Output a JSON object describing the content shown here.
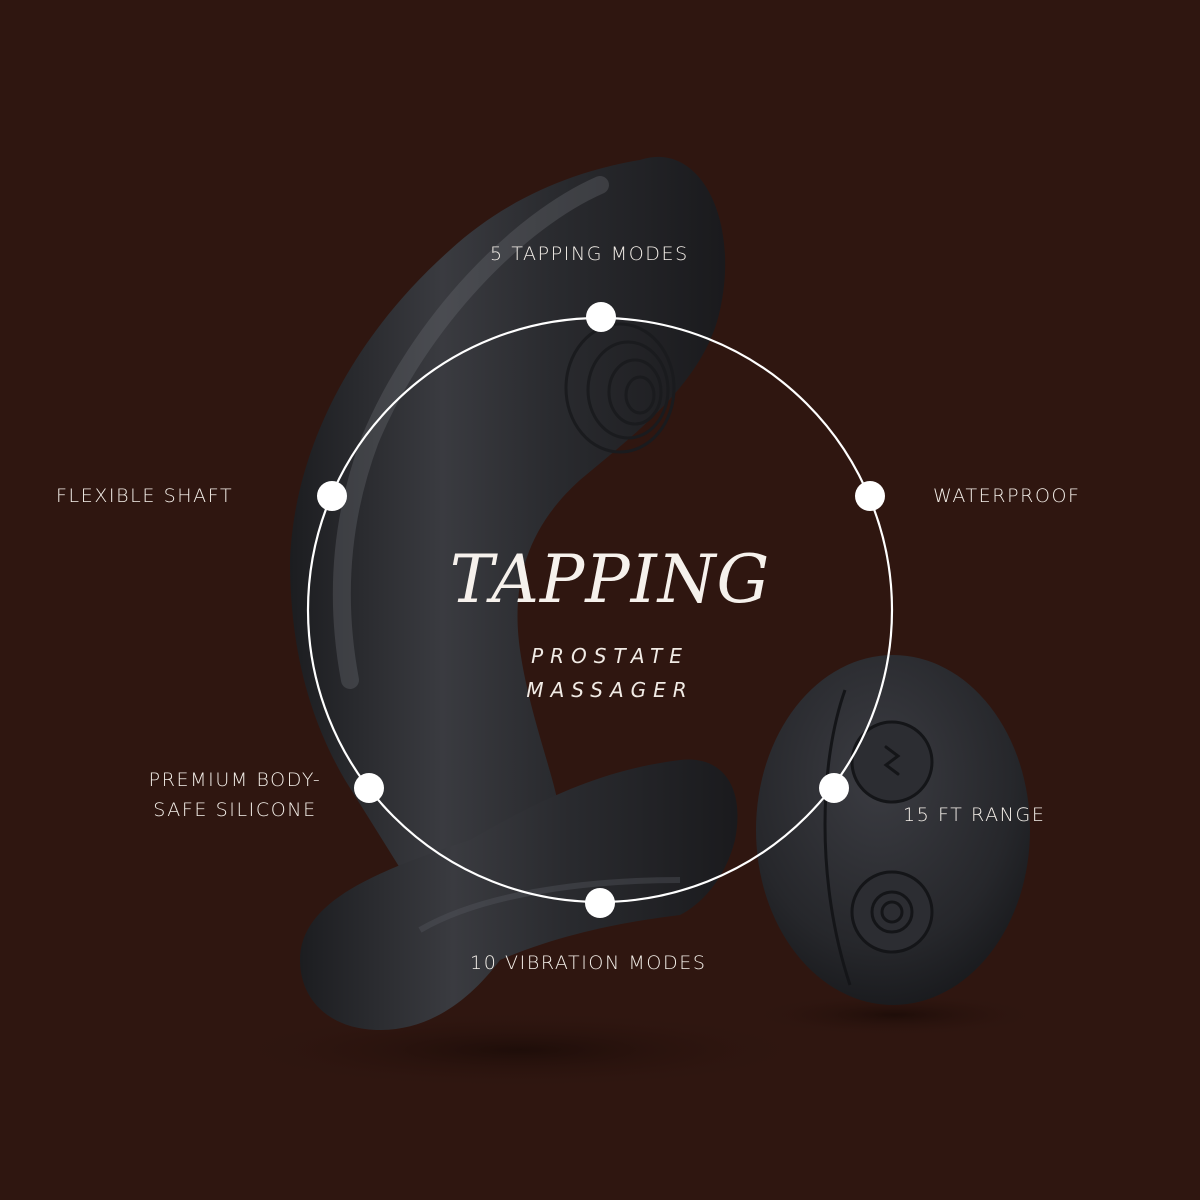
{
  "colors": {
    "background": "#2f1610",
    "text": "#f4efe9",
    "ring": "#ffffff",
    "product": "#2a2b2f",
    "product_highlight": "#5a5c63"
  },
  "product": {
    "title": "TAPPING",
    "subtitle_line1": "PROSTATE",
    "subtitle_line2": "MASSAGER"
  },
  "features": [
    {
      "label": "5 TAPPING MODES",
      "icon": "dot-marker"
    },
    {
      "label": "FLEXIBLE SHAFT",
      "icon": "dot-marker"
    },
    {
      "label": "WATERPROOF",
      "icon": "dot-marker"
    },
    {
      "label_line1": "PREMIUM BODY-",
      "label_line2": "SAFE SILICONE",
      "icon": "dot-marker"
    },
    {
      "label": "15 FT RANGE",
      "icon": "dot-marker"
    },
    {
      "label": "10 VIBRATION MODES",
      "icon": "dot-marker"
    }
  ],
  "remote": {
    "buttons": [
      {
        "icon": "vibration-wave-icon"
      },
      {
        "icon": "power-rings-icon"
      }
    ]
  }
}
